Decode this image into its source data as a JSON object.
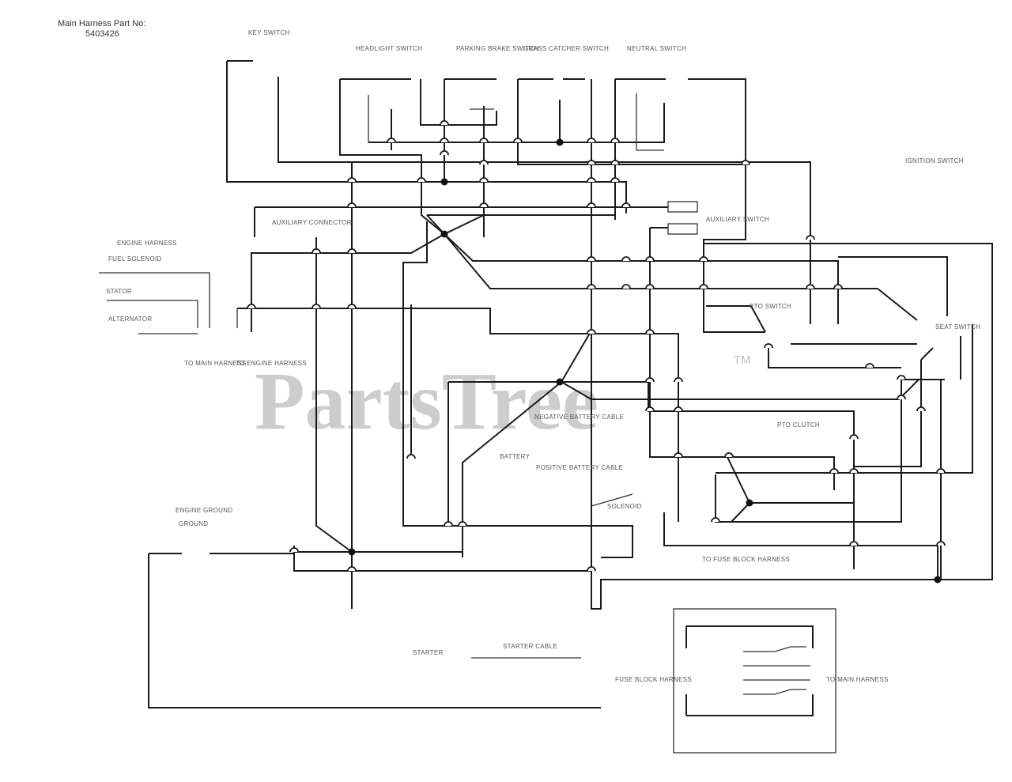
{
  "header": {
    "title_line1": "Main Harness Part No:",
    "title_line2": "5403426"
  },
  "labels": {
    "key_switch": "KEY SWITCH",
    "headlight_switch": "HEADLIGHT SWITCH",
    "parking_brake_switch": "PARKING BRAKE SWITCH",
    "grass_catcher_switch": "GRASS CATCHER SWITCH",
    "neutral_switch": "NEUTRAL SWITCH",
    "ignition_switch": "IGNITION SWITCH",
    "auxiliary_connector": "AUXILIARY CONNECTOR",
    "auxiliary_switch": "AUXILIARY SWITCH",
    "engine_harness": "ENGINE HARNESS",
    "fuel_solenoid": "FUEL SOLENOID",
    "pto_switch": "PTO SWITCH",
    "seat_switch": "SEAT SWITCH",
    "to_main_harness": "TO MAIN HARNESS",
    "to_engine_harness": "TO ENGINE HARNESS",
    "negative_battery_cable": "NEGATIVE BATTERY CABLE",
    "battery": "BATTERY",
    "positive_battery_cable": "POSITIVE BATTERY CABLE",
    "solenoid": "SOLENOID",
    "fuse_block_harness_top": "TO FUSE BLOCK HARNESS",
    "fuse_block_harness_bottom": "FUSE BLOCK HARNESS",
    "main_harness_bottom": "TO MAIN HARNESS",
    "starter": "STARTER",
    "starter_cable": "STARTER CABLE",
    "pto_clutch": "PTO CLUTCH",
    "ground": "GROUND",
    "alternator": "ALTERNATOR",
    "stator": "STATOR",
    "engine_ground": "ENGINE GROUND"
  },
  "watermark": {
    "text": "PartsTree",
    "tm": "TM"
  },
  "colors": {
    "wire": "#1a1a1a",
    "watermark": "#bdbdbd"
  }
}
